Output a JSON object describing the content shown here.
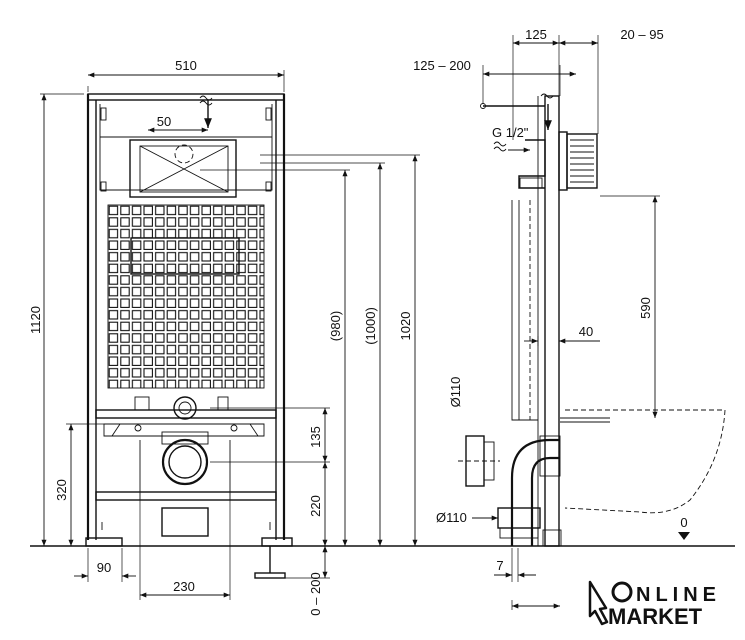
{
  "front": {
    "width_total": "510",
    "cistern_offset": "50",
    "height_total": "1120",
    "height_980": "(980)",
    "height_1000": "(1000)",
    "height_1020": "1020",
    "dim_320": "320",
    "dim_135": "135",
    "dim_220": "220",
    "dim_90": "90",
    "dim_230": "230",
    "dim_0_200": "0 – 200"
  },
  "side": {
    "dim_125": "125",
    "dim_20_95": "20 – 95",
    "dim_125_200": "125 – 200",
    "water_inlet": "G 1/2\"",
    "dim_590": "590",
    "dim_40": "40",
    "dia_110_top": "Ø110",
    "dia_110_bottom": "Ø110",
    "dim_7": "7",
    "floor_zero": "0"
  },
  "logo": {
    "line1": "NLINE",
    "line2": "MARKET"
  }
}
